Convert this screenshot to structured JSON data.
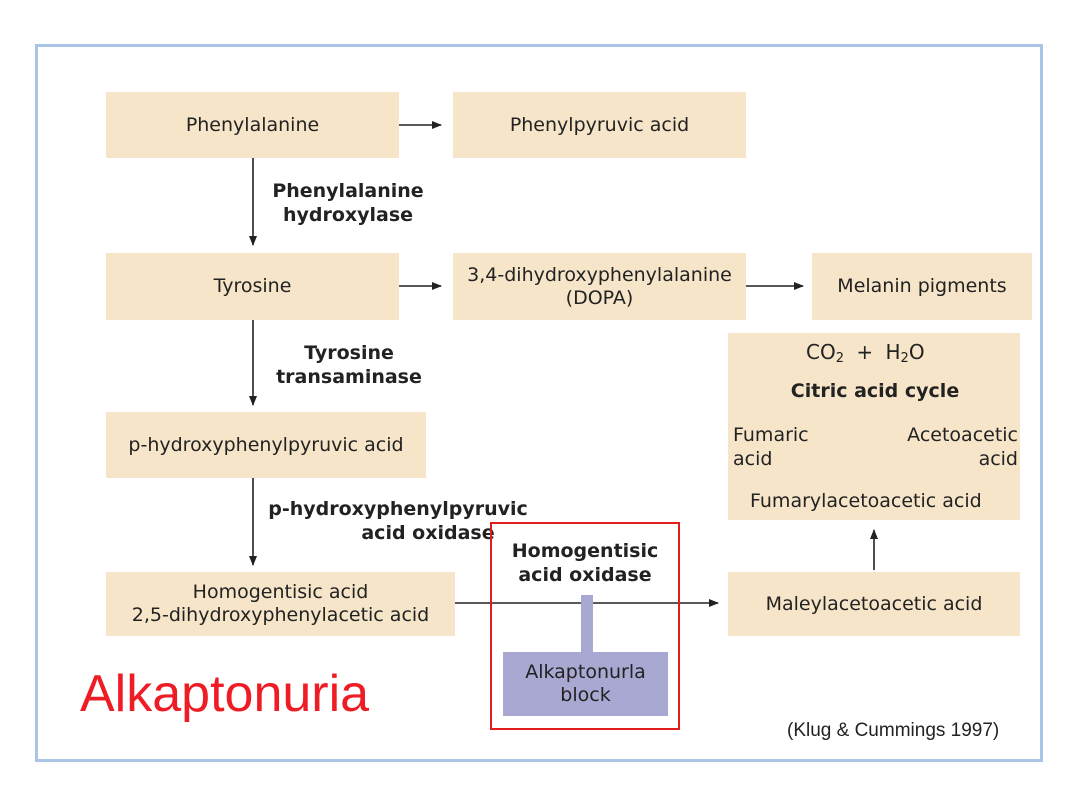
{
  "title": "Alkaptonuria",
  "citation": "(Klug & Cummings 1997)",
  "compounds": {
    "phenylalanine": "Phenylalanine",
    "phenylpyruvic_acid": "Phenylpyruvic acid",
    "tyrosine": "Tyrosine",
    "dopa_line1": "3,4-dihydroxyphenylalanine",
    "dopa_line2": "(DOPA)",
    "melanin": "Melanin pigments",
    "p_hppa": "p-hydroxyphenylpyruvic acid",
    "homogentisic_line1": "Homogentisic acid",
    "homogentisic_line2": "2,5-dihydroxyphenylacetic acid",
    "maleylacetoacetic": "Maleylacetoacetic acid",
    "fumarylacetoacetic": "Fumarylacetoacetic acid",
    "fumaric_line1": "Fumaric",
    "fumaric_line2": "acid",
    "acetoacetic_line1": "Acetoacetic",
    "acetoacetic_line2": "acid",
    "co2": "CO",
    "co2_sub": "2",
    "plus": "+",
    "h2o_h": "H",
    "h2o_sub": "2",
    "h2o_o": "O",
    "citric_cycle": "Citric acid cycle"
  },
  "enzymes": {
    "phe_hydroxylase_line1": "Phenylalanine",
    "phe_hydroxylase_line2": "hydroxylase",
    "tyr_transaminase_line1": "Tyrosine",
    "tyr_transaminase_line2": "transaminase",
    "hppa_oxidase_line1": "p-hydroxyphenylpyruvic",
    "hppa_oxidase_line2": "acid oxidase",
    "hga_oxidase_line1": "Homogentisic",
    "hga_oxidase_line2": "acid oxidase"
  },
  "block": {
    "line1": "Alkaptonurla",
    "line2": "block"
  },
  "colors": {
    "box_fill": "#f6e5c9",
    "block_fill": "#a8a8d2",
    "highlight_border": "#e21d1d",
    "title_color": "#ee1c24",
    "frame_border": "#a9c4e4"
  }
}
